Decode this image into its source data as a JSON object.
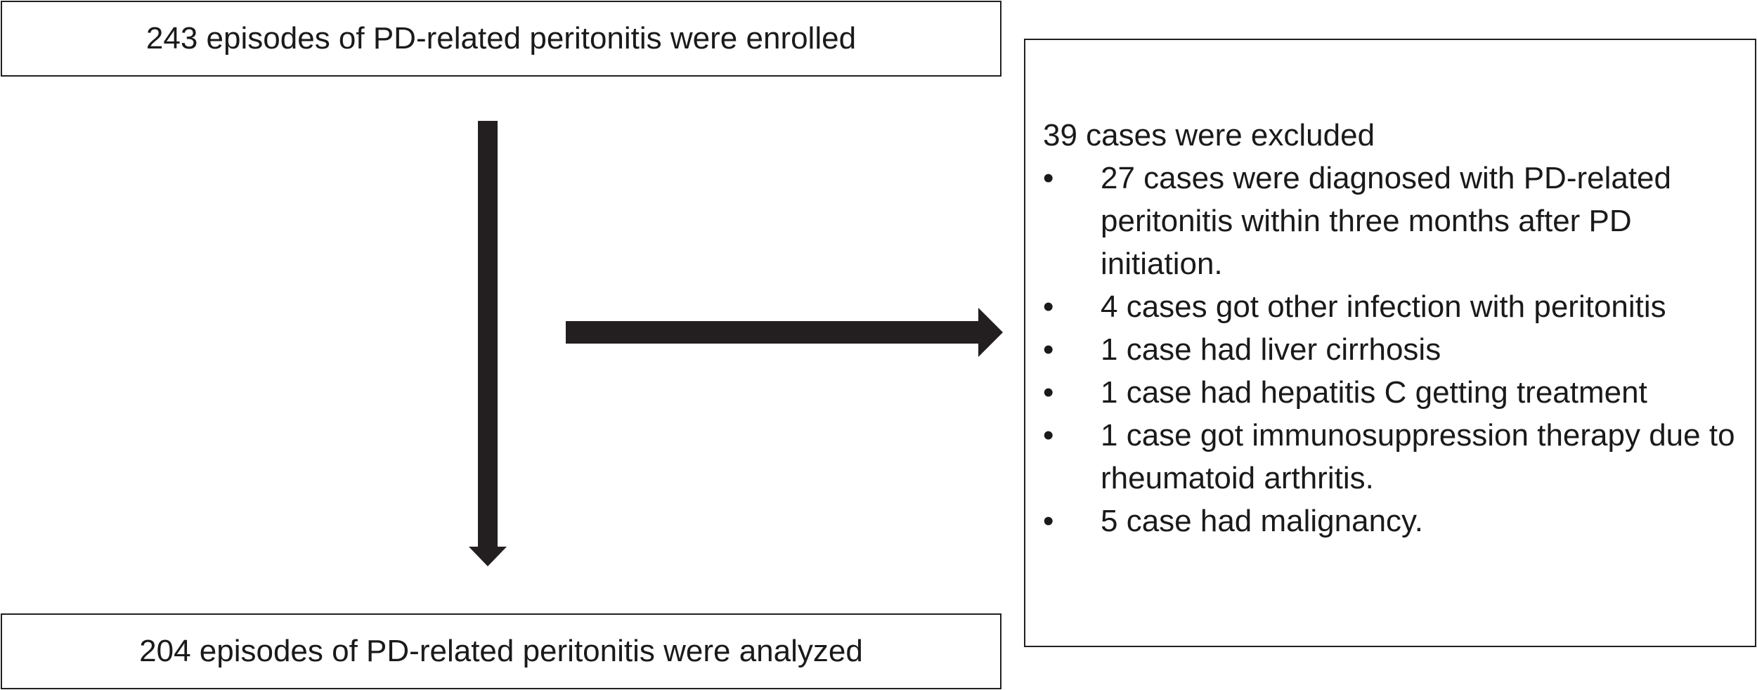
{
  "nodes": {
    "enrolled": "243 episodes of PD-related peritonitis were enrolled",
    "analyzed": "204 episodes of PD-related peritonitis were analyzed",
    "excluded": {
      "title": "39 cases were excluded",
      "bullet_glyph": "•",
      "items": [
        "27 cases were diagnosed with PD-related peritonitis within three months after PD initiation.",
        "4 cases got other infection with peritonitis",
        "1 case had liver cirrhosis",
        "1 case had hepatitis C getting treatment",
        "1 case got immunosuppression therapy due to rheumatoid arthritis.",
        "5 case had malignancy."
      ]
    }
  },
  "colors": {
    "arrow": "#231f20",
    "border": "#231f20",
    "text": "#1a1a1a"
  }
}
